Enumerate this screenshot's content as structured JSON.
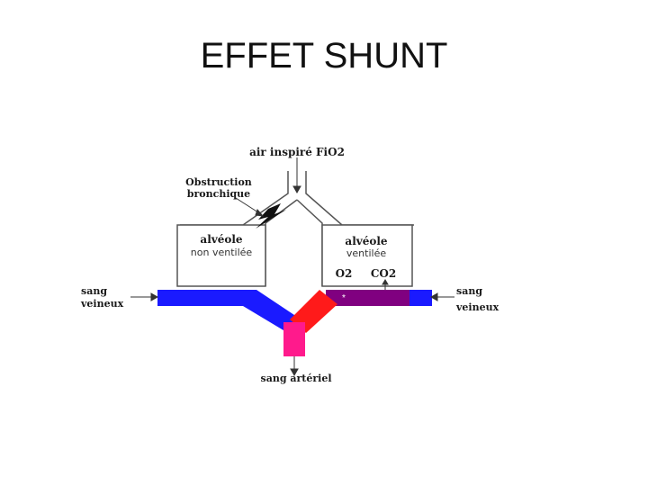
{
  "slide": {
    "title": "EFFET SHUNT"
  },
  "diagram": {
    "labels": {
      "air_inspire": "air inspiré FiO2",
      "obstruction_line1": "Obstruction",
      "obstruction_line2": "bronchique",
      "alveole_left_line1": "alvéole",
      "alveole_left_line2": "non ventilée",
      "alveole_right_line1": "alvéole",
      "alveole_right_line2": "ventilée",
      "o2": "O2",
      "co2": "CO2",
      "sang_veineux_left_line1": "sang",
      "sang_veineux_left_line2": "veineux",
      "sang_veineux_right_line1": "sang",
      "sang_veineux_right_line2": "veineux",
      "sang_arteriel": "sang artériel"
    },
    "colors": {
      "venous_blood": "#1a1aff",
      "arterial_blood": "#ff1a1a",
      "mixed_blood": "#ff1a8c",
      "gas_exchange": "#800080",
      "outline": "#333333"
    }
  }
}
